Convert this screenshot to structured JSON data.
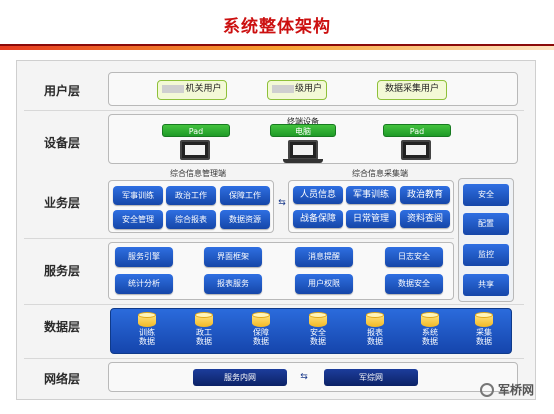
{
  "page_title": "系统整体架构",
  "layers": {
    "user": "用户层",
    "device": "设备层",
    "business": "业务层",
    "service": "服务层",
    "data": "数据层",
    "network": "网络层"
  },
  "user_layer": {
    "items": [
      "机关用户",
      "级用户",
      "数据采集用户"
    ]
  },
  "device_layer": {
    "caption": "终端设备",
    "left": "Pad",
    "center": "电脑",
    "right": "Pad"
  },
  "business_layer": {
    "left_title": "综合信息管理端",
    "right_title": "综合信息采集端",
    "left_items": [
      "军事训练",
      "政治工作",
      "保障工作",
      "安全管理",
      "综合报表",
      "数据资源"
    ],
    "right_items": [
      "人员信息",
      "军事训练",
      "政治教育",
      "战备保障",
      "日常管理",
      "资料查阅"
    ],
    "link": "⇆"
  },
  "side_items": [
    "安全",
    "配置",
    "监控",
    "共享"
  ],
  "service_layer": {
    "items": [
      "服务引擎",
      "界面框架",
      "消息提醒",
      "日志安全",
      "统计分析",
      "报表服务",
      "用户权限",
      "数据安全"
    ]
  },
  "data_layer": {
    "items": [
      {
        "l1": "训练",
        "l2": "数据"
      },
      {
        "l1": "政工",
        "l2": "数据"
      },
      {
        "l1": "保障",
        "l2": "数据"
      },
      {
        "l1": "安全",
        "l2": "数据"
      },
      {
        "l1": "报表",
        "l2": "数据"
      },
      {
        "l1": "系统",
        "l2": "数据"
      },
      {
        "l1": "采集",
        "l2": "数据"
      }
    ]
  },
  "network_layer": {
    "left": "服务内网",
    "right": "军综网",
    "link": "⇆"
  },
  "watermark": "军桥网",
  "colors": {
    "title_red": "#cc1010",
    "button_blue": "#1e5ac8",
    "device_green": "#2aa52f",
    "user_green": "#8fc13a",
    "db_gold": "#f2b824"
  }
}
